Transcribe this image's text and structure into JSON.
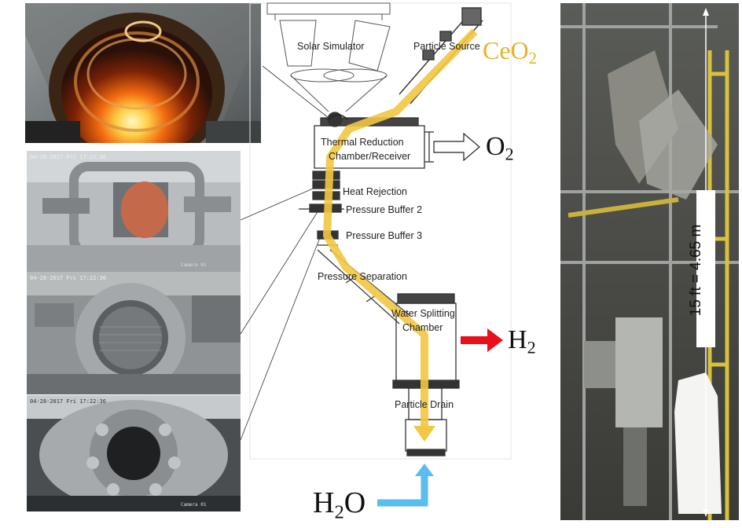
{
  "diagram": {
    "labels": {
      "solar_simulator": "Solar Simulator",
      "particle_source": "Particle Source",
      "thermal_reduction_1": "Thermal Reduction",
      "thermal_reduction_2": "Chamber/Receiver",
      "heat_rejection": "Heat Rejection",
      "pressure_buffer_2": "Pressure Buffer 2",
      "pressure_buffer_3": "Pressure Buffer 3",
      "pressure_separation": "Pressure Separation",
      "water_splitting_1": "Water Splitting",
      "water_splitting_2": "Chamber",
      "particle_drain": "Particle Drain"
    },
    "species": {
      "ceo2_main": "CeO",
      "ceo2_sub": "2",
      "o2_main": "O",
      "o2_sub": "2",
      "h2_main": "H",
      "h2_sub": "2",
      "h2o_h": "H",
      "h2o_sub": "2",
      "h2o_o": "O"
    },
    "height_note": "15 ft = 4.65 m",
    "colors": {
      "particle_path": "#f2c744",
      "ceo2_text": "#e5b32a",
      "h2_arrow": "#e8101a",
      "h2o_arrow": "#5bbcf0",
      "o2_arrow": "#ffffff"
    }
  },
  "camera_stamps": {
    "cam2_time": "04-28-2017 Fri 17:22:36",
    "cam2_id": "Camera 01",
    "cam3_time": "04-28-2017 Fri 17:22:36",
    "cam4_time": "04-28-2017 Fri 17:22:36",
    "cam4_id": "Camera 01"
  }
}
